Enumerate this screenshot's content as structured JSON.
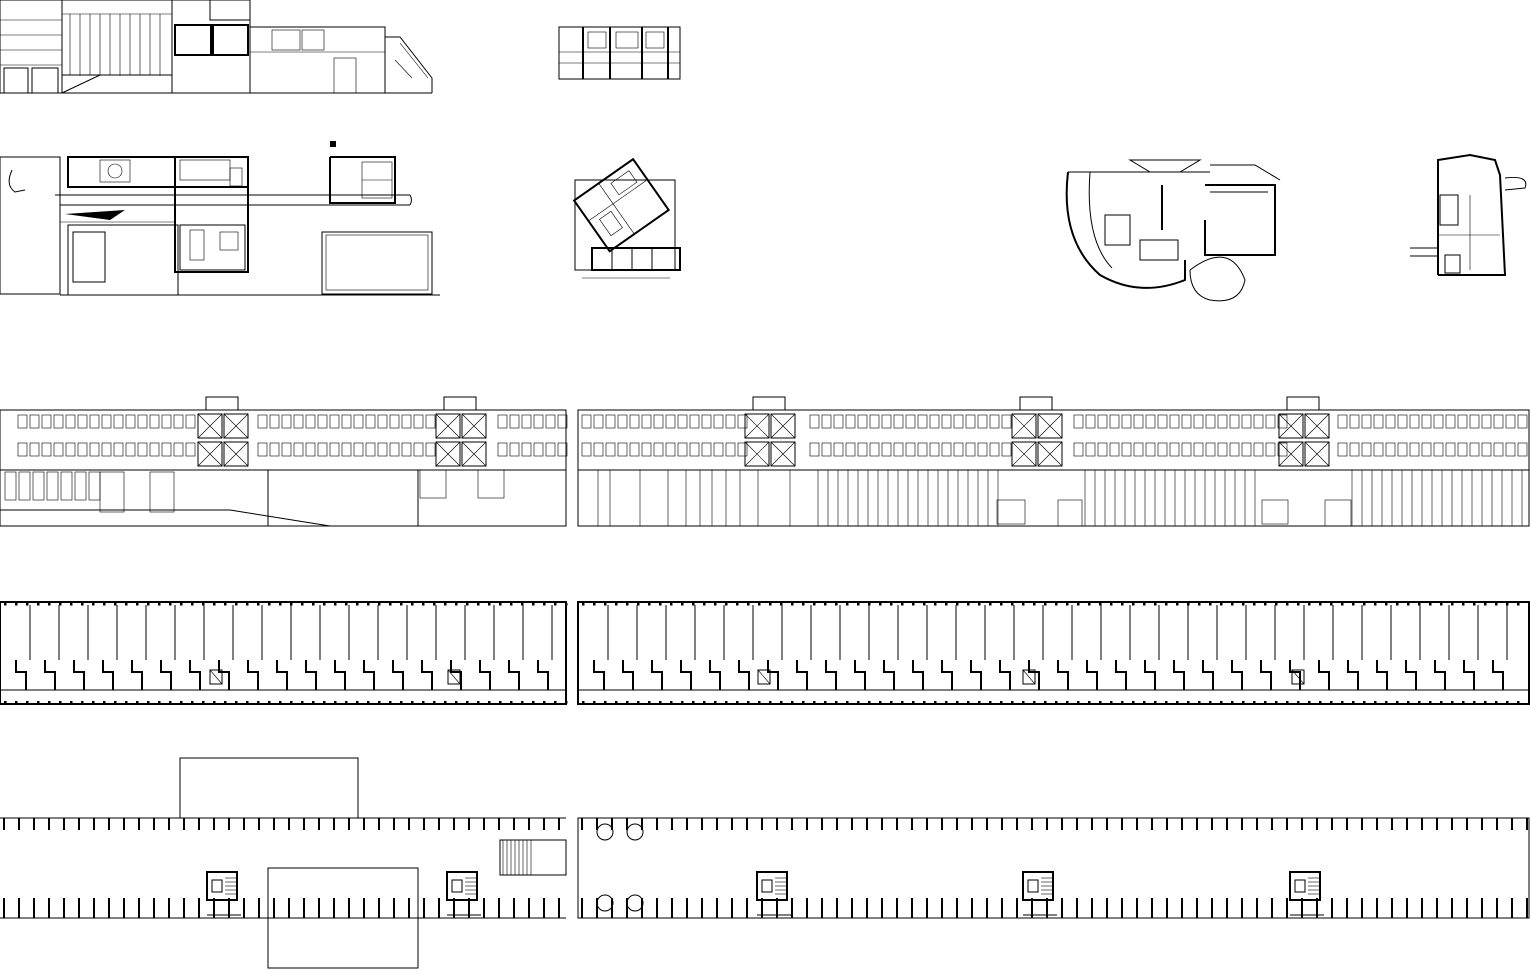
{
  "sheet": {
    "background": "#ffffff",
    "line_color": "#000000",
    "drawings": [
      {
        "id": "villa-elevation",
        "kind": "elevation"
      },
      {
        "id": "pavilion-elevation",
        "kind": "elevation"
      },
      {
        "id": "villa-plan",
        "kind": "plan"
      },
      {
        "id": "rotated-house-plan",
        "kind": "plan"
      },
      {
        "id": "curved-building-plan",
        "kind": "plan"
      },
      {
        "id": "small-house-plan",
        "kind": "plan"
      },
      {
        "id": "slab-elevation",
        "kind": "elevation"
      },
      {
        "id": "slab-typical-floor-plan",
        "kind": "plan"
      },
      {
        "id": "slab-ground-floor-plan",
        "kind": "plan"
      }
    ]
  }
}
